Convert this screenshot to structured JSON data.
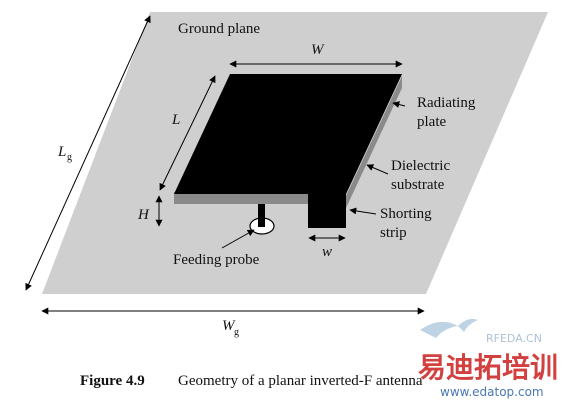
{
  "labels": {
    "ground_plane": "Ground plane",
    "W": "W",
    "L": "L",
    "Lg": "L",
    "Lg_sub": "g",
    "H": "H",
    "radiating_plate_1": "Radiating",
    "radiating_plate_2": "plate",
    "dielectric_1": "Dielectric",
    "dielectric_2": "substrate",
    "shorting_1": "Shorting",
    "shorting_2": "strip",
    "feeding_probe": "Feeding probe",
    "w": "w",
    "Wg": "W",
    "Wg_sub": "g"
  },
  "caption": {
    "label": "Figure 4.9",
    "text": "Geometry of a planar inverted-F antenna"
  },
  "watermarks": {
    "rfeda": "RFEDA.CN",
    "cn_brand": "易迪拓培训",
    "url": "www.edatop.com"
  },
  "colors": {
    "ground": "#cfcfcf",
    "plate": "#000000",
    "substrate": "#888888",
    "brand": "#cc1f1f",
    "watermark_blue": "#7fa8c9"
  }
}
